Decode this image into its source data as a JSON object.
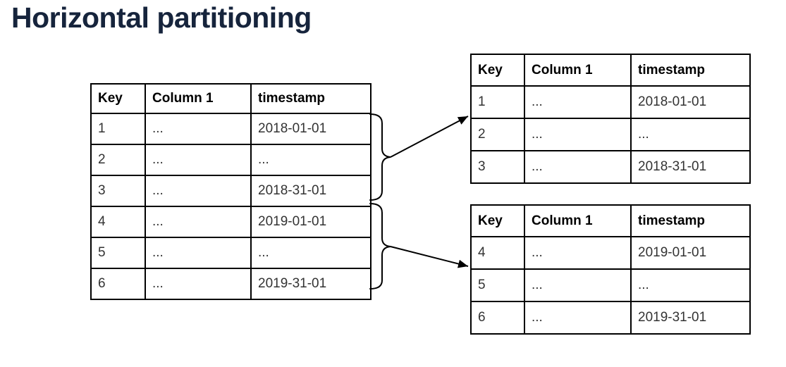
{
  "title": "Horizontal partitioning",
  "colors": {
    "title_text": "#16243c",
    "table_border": "#000000",
    "header_text": "#000000",
    "cell_text": "#333333",
    "background": "#ffffff",
    "connector": "#000000"
  },
  "source_table": {
    "headers": [
      "Key",
      "Column 1",
      "timestamp"
    ],
    "rows": [
      [
        "1",
        "...",
        "2018-01-01"
      ],
      [
        "2",
        "...",
        "..."
      ],
      [
        "3",
        "...",
        "2018-31-01"
      ],
      [
        "4",
        "...",
        "2019-01-01"
      ],
      [
        "5",
        "...",
        "..."
      ],
      [
        "6",
        "...",
        "2019-31-01"
      ]
    ]
  },
  "partitions": [
    {
      "headers": [
        "Key",
        "Column 1",
        "timestamp"
      ],
      "rows": [
        [
          "1",
          "...",
          "2018-01-01"
        ],
        [
          "2",
          "...",
          "..."
        ],
        [
          "3",
          "...",
          "2018-31-01"
        ]
      ]
    },
    {
      "headers": [
        "Key",
        "Column 1",
        "timestamp"
      ],
      "rows": [
        [
          "4",
          "...",
          "2019-01-01"
        ],
        [
          "5",
          "...",
          "..."
        ],
        [
          "6",
          "...",
          "2019-31-01"
        ]
      ]
    }
  ]
}
